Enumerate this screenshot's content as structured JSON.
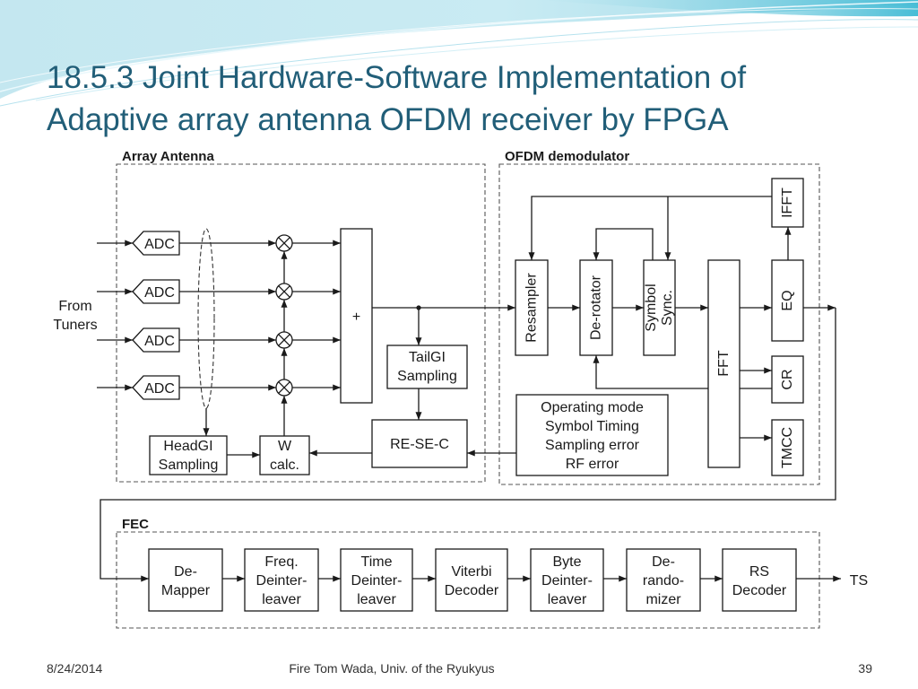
{
  "slide": {
    "title_lines": [
      "18.5.3 Joint Hardware-Software Implementation of",
      "Adaptive array antenna OFDM receiver by FPGA"
    ],
    "footer": {
      "date": "8/24/2014",
      "author": "Fire Tom Wada, Univ. of the Ryukyus",
      "page_number": "39"
    }
  },
  "diagram": {
    "groups": {
      "array_antenna": "Array Antenna",
      "ofdm_demodulator": "OFDM demodulator",
      "fec": "FEC"
    },
    "input_label": [
      "From",
      "Tuners"
    ],
    "output_label": "TS",
    "array_antenna": {
      "adc": [
        "ADC",
        "ADC",
        "ADC",
        "ADC"
      ],
      "headgi_sampling": [
        "HeadGI",
        "Sampling"
      ],
      "w_calc": [
        "W",
        "calc."
      ],
      "adder": "+",
      "tailgi_sampling": [
        "TailGI",
        "Sampling"
      ],
      "re_se_c": "RE-SE-C"
    },
    "ofdm_demodulator": {
      "resampler": "Resampler",
      "de_rotator": "De-rotator",
      "symbol_sync": [
        "Symbol",
        "Sync."
      ],
      "fft": "FFT",
      "eq": "EQ",
      "cr": "CR",
      "tmcc": "TMCC",
      "ifft": "IFFT",
      "status_info": [
        "Operating mode",
        "Symbol Timing",
        "Sampling error",
        "RF error"
      ]
    },
    "fec": {
      "blocks": [
        [
          "De-",
          "Mapper"
        ],
        [
          "Freq.",
          "Deinter-",
          "leaver"
        ],
        [
          "Time",
          "Deinter-",
          "leaver"
        ],
        [
          "Viterbi",
          "Decoder"
        ],
        [
          "Byte",
          "Deinter-",
          "leaver"
        ],
        [
          "De-",
          "rando-",
          "mizer"
        ],
        [
          "RS",
          "Decoder"
        ]
      ]
    }
  }
}
